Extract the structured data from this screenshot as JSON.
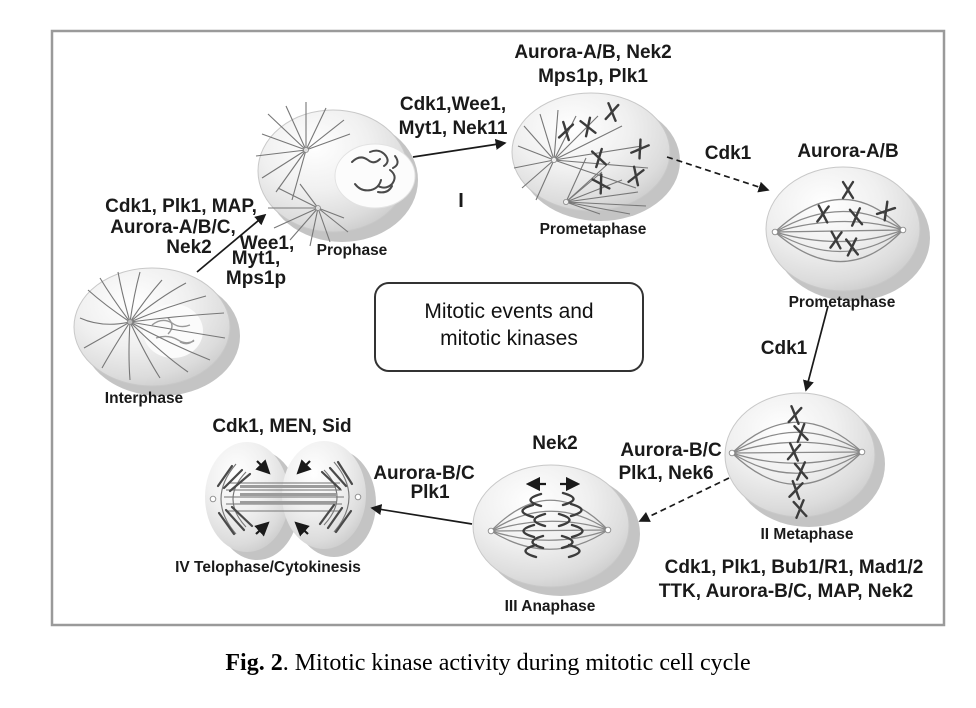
{
  "colors": {
    "frame_border": "#9a9a9a",
    "text": "#1a1a1a",
    "cell_fill": "#e9e9e9",
    "cell_shadow": "#c4c4c4"
  },
  "caption": {
    "label": "Fig. 2",
    "text": ". Mitotic kinase activity during mitotic cell cycle"
  },
  "center_box": {
    "line1": "Mitotic events and",
    "line2": "mitotic kinases"
  },
  "stages": {
    "interphase": "Interphase",
    "prophase": "Prophase",
    "prometaphase_1": "Prometaphase",
    "prometaphase_2": "Prometaphase",
    "metaphase": "II Metaphase",
    "anaphase": "III Anaphase",
    "telophase": "IV Telophase/Cytokinesis"
  },
  "kinases": {
    "prometaphase_top": {
      "line1": "Aurora-A/B, Nek2",
      "line2": "Mps1p, Plk1"
    },
    "prophase_to_prometaphase": {
      "line1": "Cdk1,Wee1,",
      "line2": "Myt1, Nek11"
    },
    "stage_marker_1": "I",
    "interphase_left": {
      "line1": "Cdk1, Plk1, MAP,",
      "line2": "Aurora-A/B/C,",
      "line3": "Nek2"
    },
    "interphase_to_prophase": {
      "line1": "Wee1,",
      "line2": "Myt1,",
      "line3": "Mps1p"
    },
    "prometaphase_transition": "Cdk1",
    "prometaphase_right": "Aurora-A/B",
    "metaphase_transition": "Cdk1",
    "metaphase_block": {
      "line1": "Cdk1, Plk1, Bub1/R1, Mad1/2",
      "line2": "TTK, Aurora-B/C, MAP, Nek2"
    },
    "anaphase_top": "Nek2",
    "metaphase_to_anaphase": {
      "line1": "Aurora-B/C",
      "line2": "Plk1, Nek6"
    },
    "anaphase_to_telophase": {
      "line1": "Aurora-B/C",
      "line2": "Plk1"
    },
    "telophase_top": "Cdk1, MEN, Sid"
  }
}
